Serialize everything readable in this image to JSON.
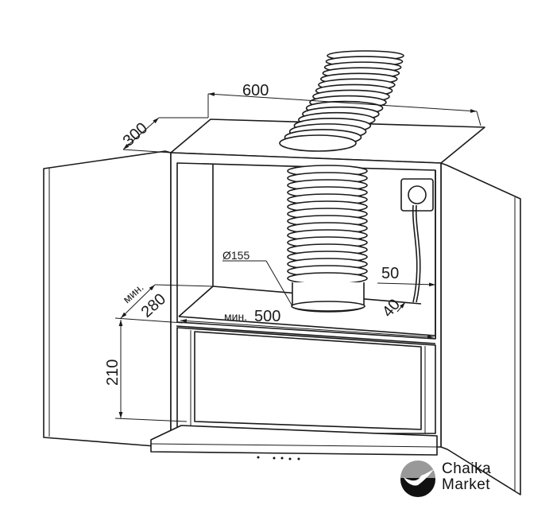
{
  "diagram": {
    "dimensions": {
      "width": "600",
      "depth": "300",
      "duct_diameter": "Ø155",
      "min_prefix_depth": "мин.",
      "min_depth": "280",
      "min_prefix_width": "мин.",
      "min_width": "500",
      "socket_offset": "50",
      "socket_height": "40",
      "hood_height": "210"
    }
  },
  "logo": {
    "line1": "Chaika",
    "line2": "Market"
  }
}
